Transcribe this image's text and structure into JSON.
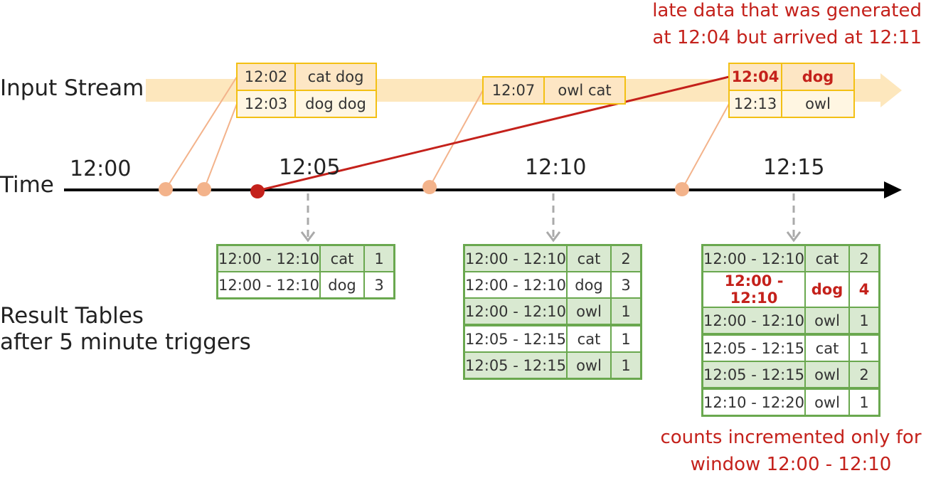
{
  "labels": {
    "input_stream": "Input Stream",
    "time": "Time",
    "result_tables_line1": "Result Tables",
    "result_tables_line2": "after 5 minute triggers"
  },
  "annotations": {
    "late_line1": "late data that was generated",
    "late_line2": "at 12:04 but arrived at 12:11",
    "counts_line1": "counts incremented only for",
    "counts_line2": "window 12:00 - 12:10"
  },
  "colors": {
    "stream_band": "#fde7bd",
    "event_border": "#f3c014",
    "event_dot": "#f3b38b",
    "late": "#c4211b",
    "result_border": "#6aa84f",
    "result_shade": "#d9e9d1",
    "trigger_arrow": "#aaaaaa"
  },
  "timeline": {
    "ticks": [
      "12:00",
      "12:05",
      "12:10",
      "12:15"
    ]
  },
  "input_events": [
    {
      "rows": [
        {
          "time": "12:02",
          "words": "cat dog"
        },
        {
          "time": "12:03",
          "words": "dog dog"
        }
      ]
    },
    {
      "rows": [
        {
          "time": "12:07",
          "words": "owl cat"
        }
      ]
    },
    {
      "rows": [
        {
          "time": "12:04",
          "words": "dog",
          "late": true
        },
        {
          "time": "12:13",
          "words": "owl"
        }
      ]
    }
  ],
  "result_tables": [
    {
      "trigger": "12:05",
      "rows": [
        {
          "window": "12:00 - 12:10",
          "word": "cat",
          "count": "1"
        },
        {
          "window": "12:00 - 12:10",
          "word": "dog",
          "count": "3"
        }
      ]
    },
    {
      "trigger": "12:10",
      "rows": [
        {
          "window": "12:00 - 12:10",
          "word": "cat",
          "count": "2"
        },
        {
          "window": "12:00 - 12:10",
          "word": "dog",
          "count": "3"
        },
        {
          "window": "12:00 - 12:10",
          "word": "owl",
          "count": "1"
        },
        {
          "window": "12:05 - 12:15",
          "word": "cat",
          "count": "1"
        },
        {
          "window": "12:05 - 12:15",
          "word": "owl",
          "count": "1"
        }
      ]
    },
    {
      "trigger": "12:15",
      "rows": [
        {
          "window": "12:00 - 12:10",
          "word": "cat",
          "count": "2"
        },
        {
          "window": "12:00 - 12:10",
          "word": "dog",
          "count": "4",
          "highlight": true
        },
        {
          "window": "12:00 - 12:10",
          "word": "owl",
          "count": "1"
        },
        {
          "window": "12:05 - 12:15",
          "word": "cat",
          "count": "1"
        },
        {
          "window": "12:05 - 12:15",
          "word": "owl",
          "count": "2"
        },
        {
          "window": "12:10 - 12:20",
          "word": "owl",
          "count": "1"
        }
      ]
    }
  ]
}
